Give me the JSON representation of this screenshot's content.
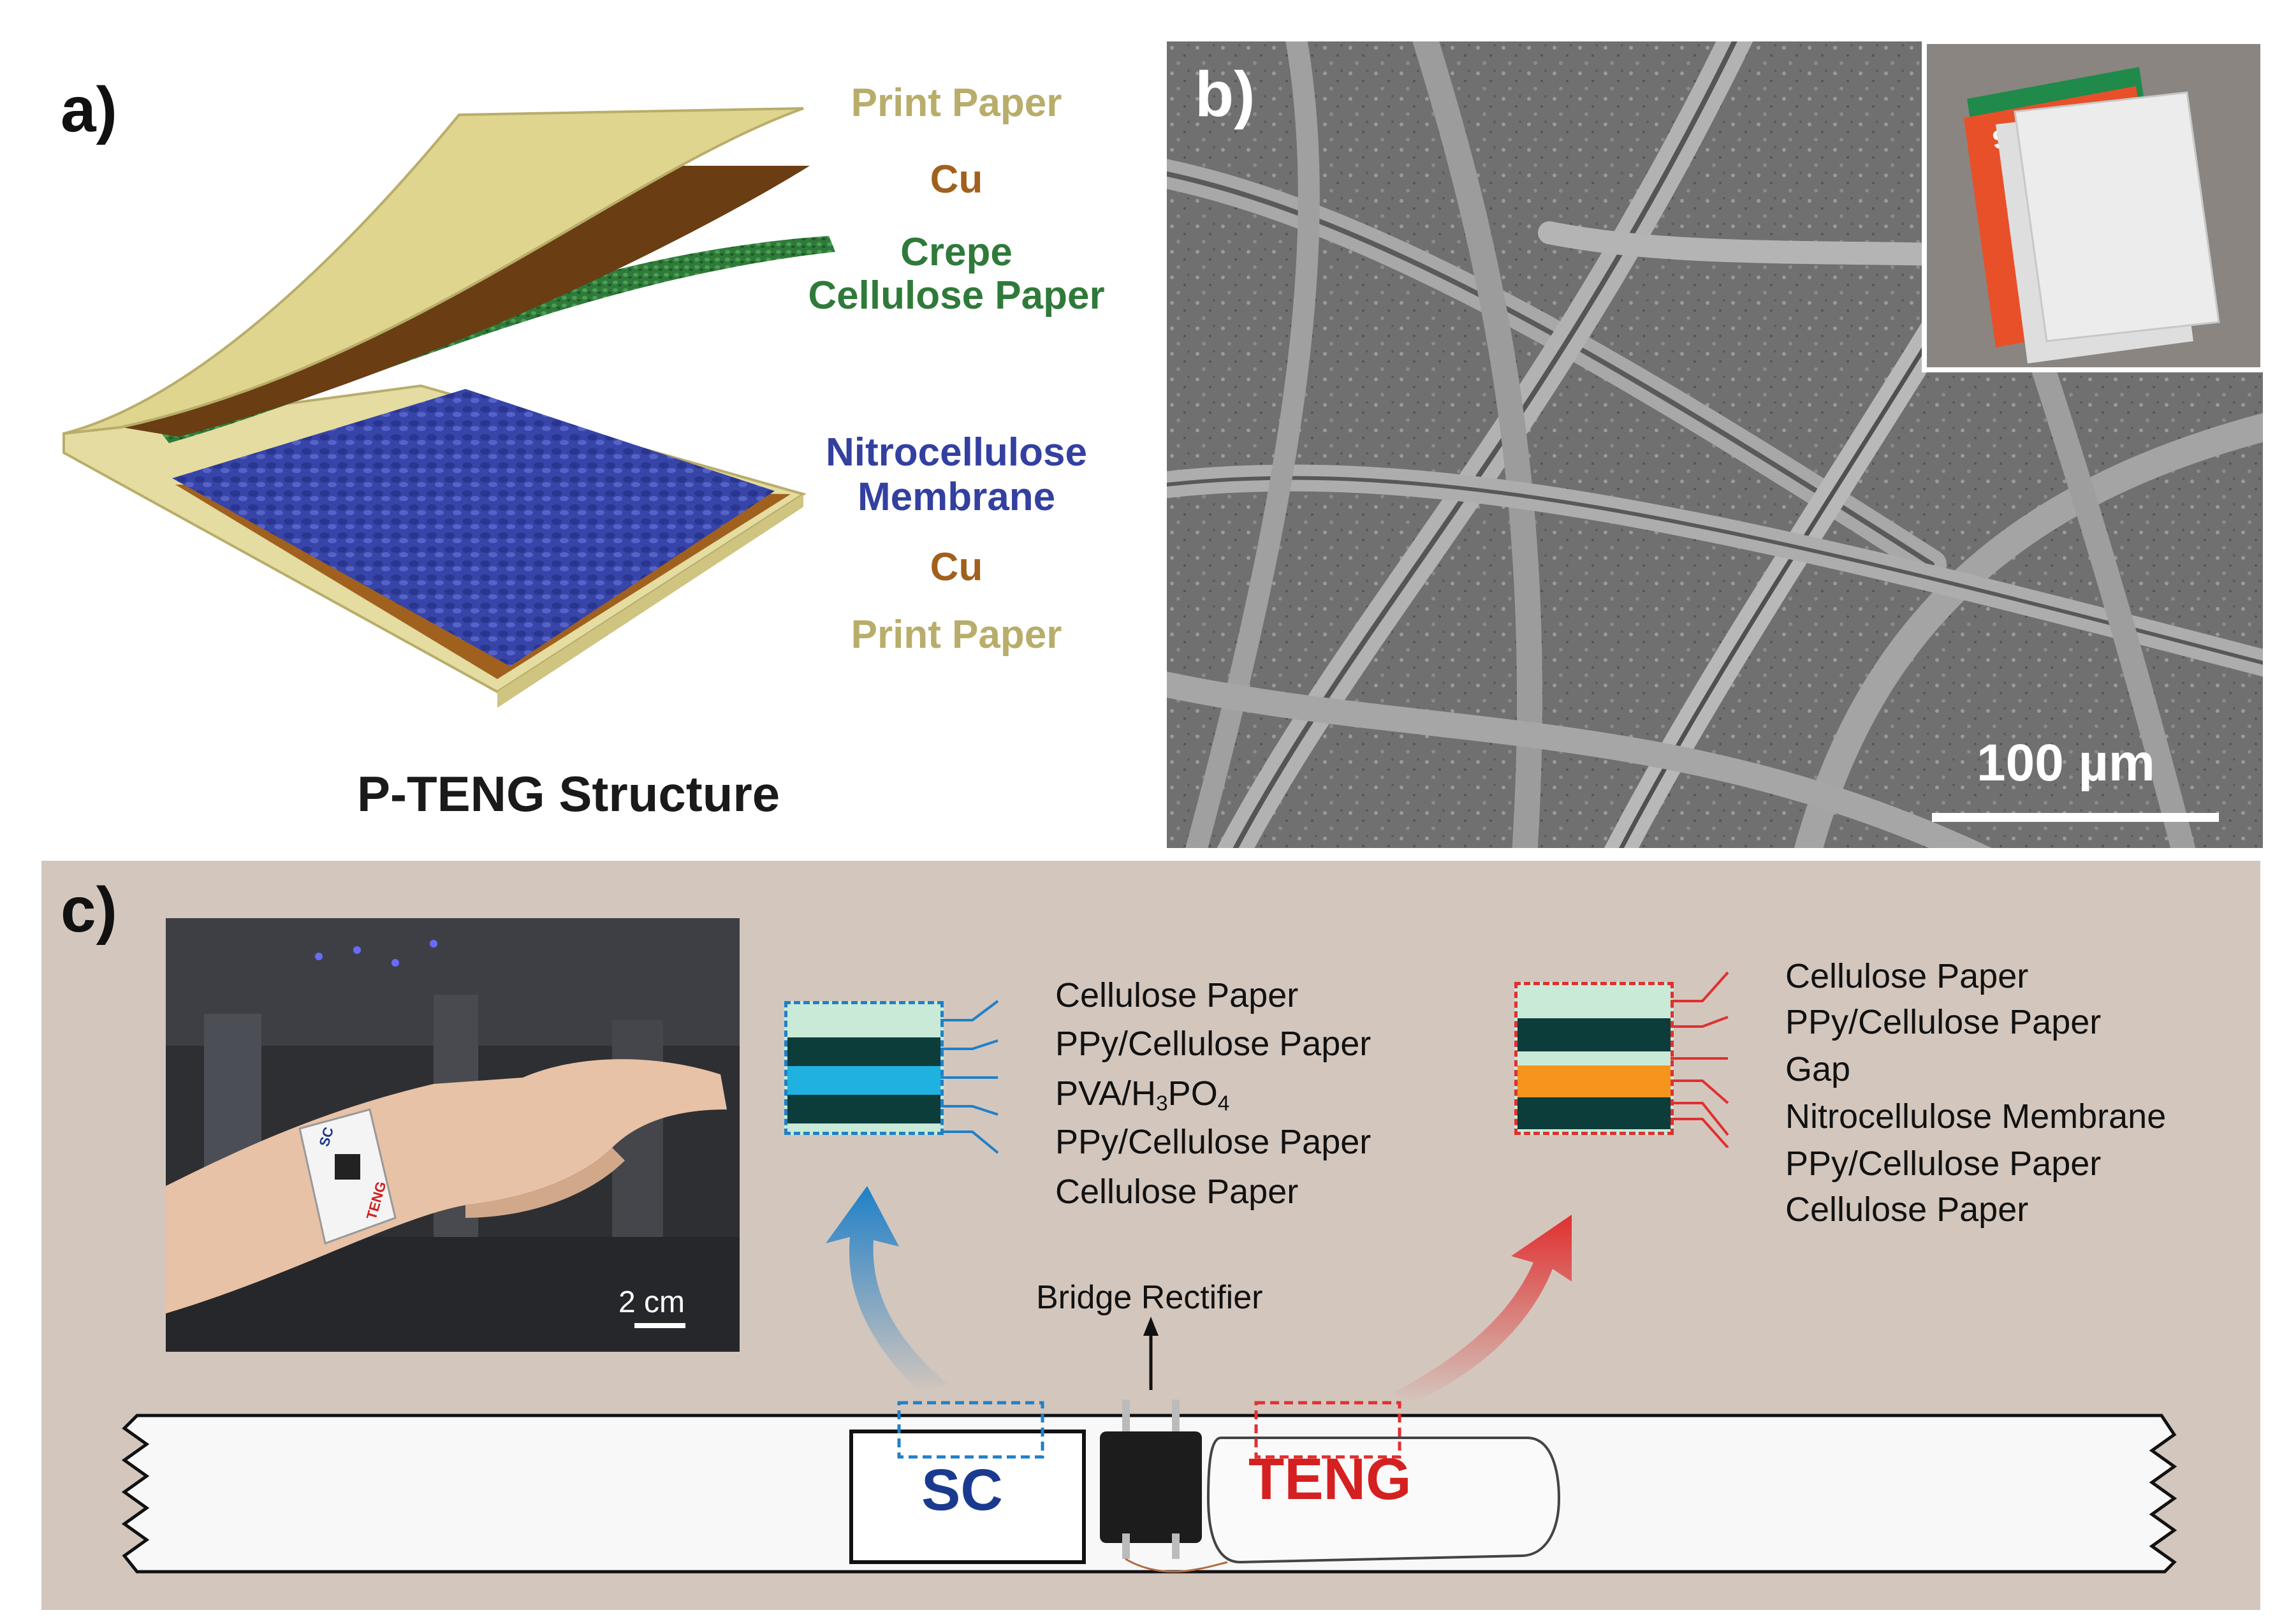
{
  "panel_a": {
    "label": "a)",
    "title": "P-TENG Structure",
    "layers": [
      "Print Paper",
      "Cu",
      "Crepe",
      "Cellulose Paper",
      "Nitrocellulose",
      "Membrane",
      "Cu",
      "Print Paper"
    ]
  },
  "panel_b": {
    "label": "b)",
    "scale_bar": "100 µm",
    "inset_text": "STA"
  },
  "panel_c": {
    "label": "c)",
    "photo_scale": "2 cm",
    "wrist_sc": "SC",
    "wrist_teng": "TENG",
    "sc_layers": [
      "Cellulose Paper",
      "PPy/Cellulose Paper",
      "PVA/H",
      "3",
      "PO",
      "4",
      "PPy/Cellulose Paper",
      "Cellulose Paper"
    ],
    "teng_layers": [
      "Cellulose Paper",
      "PPy/Cellulose Paper",
      "Gap",
      "Nitrocellulose Membrane",
      "PPy/Cellulose Paper",
      "Cellulose Paper"
    ],
    "bridge_label": "Bridge Rectifier",
    "strip_sc": "SC",
    "strip_teng": "TENG"
  },
  "colors": {
    "print_paper": "#b8ad6a",
    "cu": "#a0611e",
    "crepe": "#2f7a3a",
    "nitro": "#3340a0",
    "light_layer": "#c9ead7",
    "dark_layer": "#0c3d3a",
    "pva": "#1fb2e0",
    "nc_membrane": "#f6951c",
    "sc_blue": "#1f80c8",
    "teng_red": "#e03030"
  }
}
